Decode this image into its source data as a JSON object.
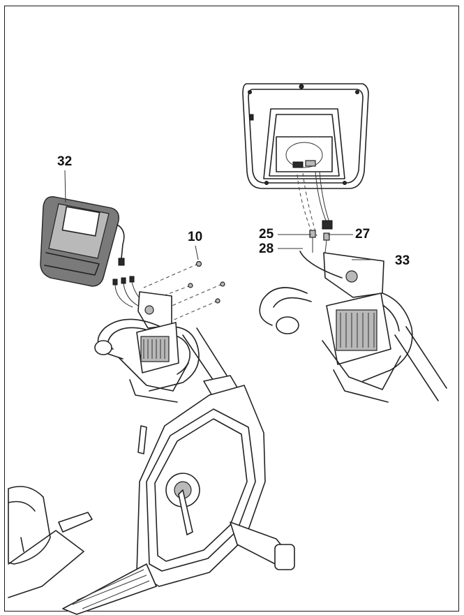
{
  "callouts": {
    "c32": "32",
    "c10": "10",
    "c25": "25",
    "c27": "27",
    "c28": "28",
    "c33": "33"
  },
  "colors": {
    "line": "#222222",
    "console_gray": "#7a7a7a",
    "background": "#ffffff"
  }
}
